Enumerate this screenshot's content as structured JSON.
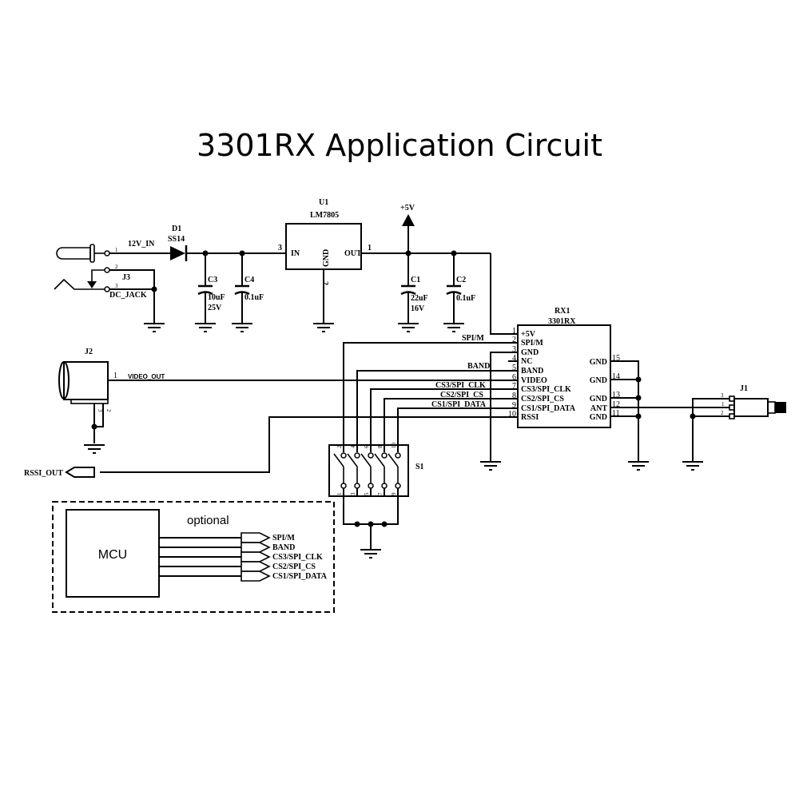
{
  "title": "3301RX Application Circuit",
  "components": {
    "J3": {
      "ref": "J3",
      "value": "DC_JACK",
      "pins": [
        "1",
        "2",
        "3"
      ],
      "net": "12V_IN"
    },
    "D1": {
      "ref": "D1",
      "value": "SS14"
    },
    "C3": {
      "ref": "C3",
      "value": "10uF",
      "voltage": "25V"
    },
    "C4": {
      "ref": "C4",
      "value": "0.1uF"
    },
    "U1": {
      "ref": "U1",
      "value": "LM7805",
      "pin_in": "IN",
      "pin_out": "OUT",
      "pin_gnd": "GND",
      "pin_in_num": "3",
      "pin_out_num": "1",
      "pin_gnd_num": "2"
    },
    "power": {
      "label": "+5V"
    },
    "C1": {
      "ref": "C1",
      "value": "22uF",
      "voltage": "16V"
    },
    "C2": {
      "ref": "C2",
      "value": "0.1uF"
    },
    "RX1": {
      "ref": "RX1",
      "value": "3301RX",
      "left_pins": [
        {
          "num": "1",
          "name": "+5V"
        },
        {
          "num": "2",
          "name": "SPI/M"
        },
        {
          "num": "3",
          "name": "GND"
        },
        {
          "num": "4",
          "name": "NC"
        },
        {
          "num": "5",
          "name": "BAND"
        },
        {
          "num": "6",
          "name": "VIDEO"
        },
        {
          "num": "7",
          "name": "CS3/SPI_CLK"
        },
        {
          "num": "8",
          "name": "CS2/SPI_CS"
        },
        {
          "num": "9",
          "name": "CS1/SPI_DATA"
        },
        {
          "num": "10",
          "name": "RSSI"
        }
      ],
      "right_pins": [
        {
          "num": "15",
          "name": "GND"
        },
        {
          "num": "14",
          "name": "GND"
        },
        {
          "num": "13",
          "name": "GND"
        },
        {
          "num": "12",
          "name": "ANT"
        },
        {
          "num": "11",
          "name": "GND"
        }
      ]
    },
    "J2": {
      "ref": "J2",
      "pin1": "1",
      "pin2": "2",
      "pin3": "3",
      "net": "VIDEO_OUT"
    },
    "J1": {
      "ref": "J1",
      "pins": [
        "3",
        "1",
        "2"
      ]
    },
    "S1": {
      "ref": "S1",
      "top_pins": [
        "2",
        "4",
        "6",
        "8",
        "10"
      ],
      "bottom_pins": [
        "1",
        "3",
        "5",
        "7",
        "9"
      ]
    },
    "rssi_port": {
      "label": "RSSI_OUT"
    }
  },
  "net_labels": {
    "spi_m": "SPI/M",
    "band": "BAND",
    "cs3": "CS3/SPI_CLK",
    "cs2": "CS2/SPI_CS",
    "cs1": "CS1/SPI_DATA",
    "video_out": "VIDEO_OUT",
    "in_12v": "12V_IN"
  },
  "optional_block": {
    "label": "optional",
    "mcu_label": "MCU",
    "ports": [
      "SPI/M",
      "BAND",
      "CS3/SPI_CLK",
      "CS2/SPI_CS",
      "CS1/SPI_DATA"
    ]
  }
}
